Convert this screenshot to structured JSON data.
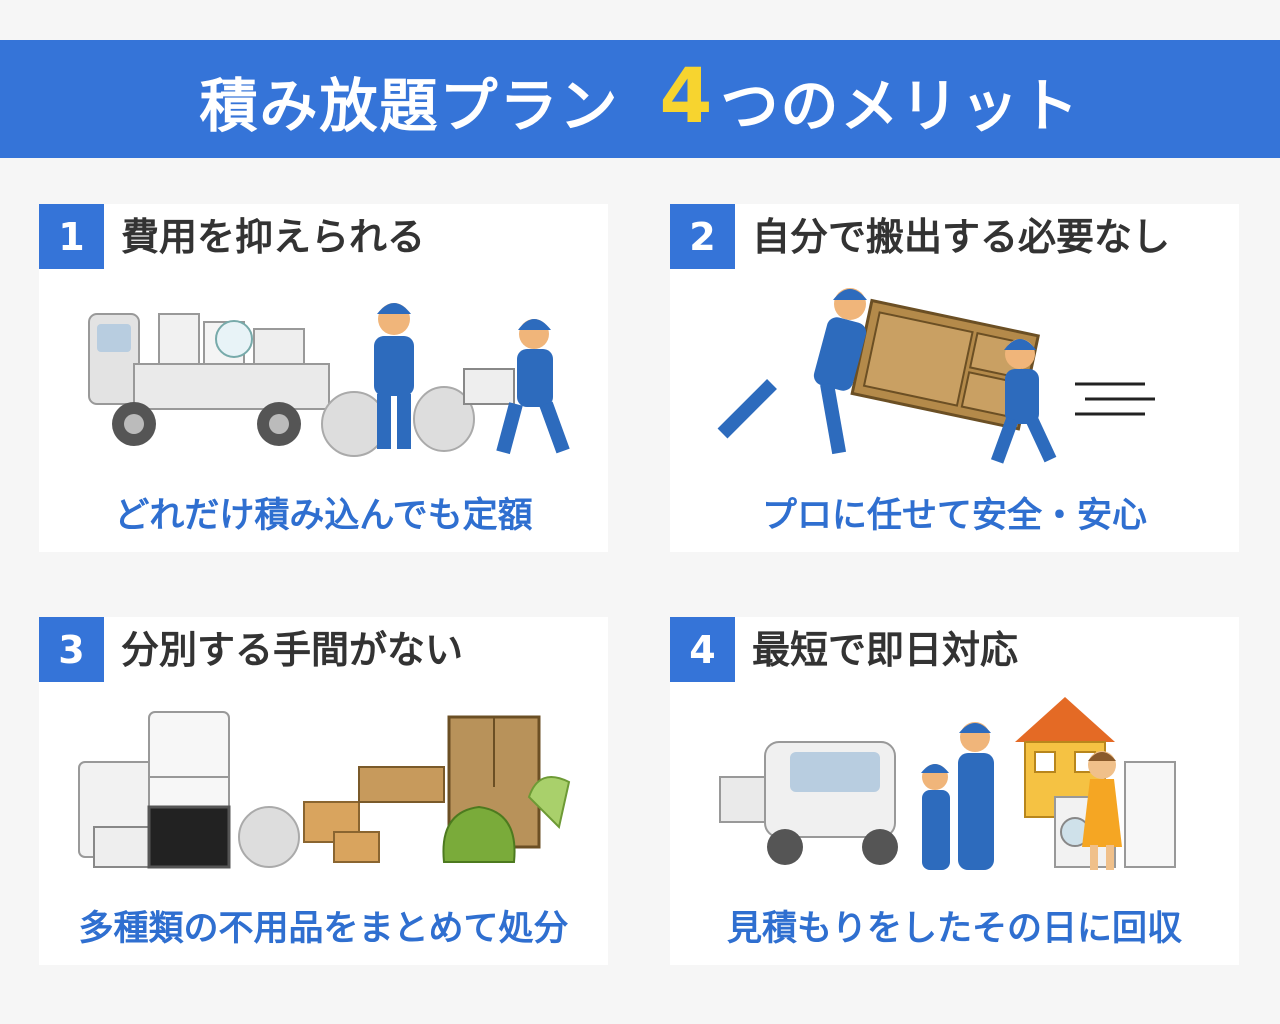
{
  "header": {
    "title": "積み放題プラン",
    "number": "4",
    "suffix": "つのメリット",
    "bg_color": "#3574d8",
    "accent_color": "#f7d42f"
  },
  "merits": [
    {
      "number": "1",
      "title": "費用を抑えられる",
      "caption": "どれだけ積み込んでも定額",
      "icon": "truck-and-workers-with-trash-bags"
    },
    {
      "number": "2",
      "title": "自分で搬出する必要なし",
      "caption": "プロに任せて安全・安心",
      "icon": "workers-carrying-cabinet"
    },
    {
      "number": "3",
      "title": "分別する手間がない",
      "caption": "多種類の不用品をまとめて処分",
      "icon": "pile-of-furniture-and-appliances"
    },
    {
      "number": "4",
      "title": "最短で即日対応",
      "caption": "見積もりをしたその日に回収",
      "icon": "truck-workers-house-customer"
    }
  ]
}
